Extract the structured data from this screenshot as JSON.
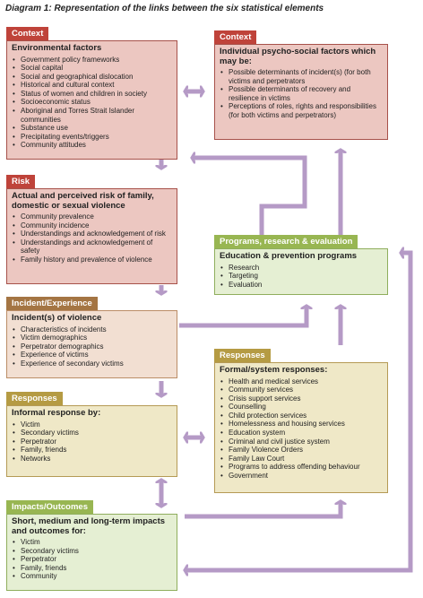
{
  "title": "Diagram 1: Representation of the links between the six statistical elements",
  "colors": {
    "arrow": "#b59ac6",
    "context": "#bf433a",
    "risk": "#bf433a",
    "incident": "#a47543",
    "responses": "#b59b43",
    "programs": "#98b652"
  },
  "context_left": {
    "tab": "Context",
    "heading": "Environmental factors",
    "items": [
      "Government policy frameworks",
      "Social capital",
      "Social and geographical dislocation",
      "Historical and cultural context",
      "Status of women and children in society",
      "Socioeconomic status",
      "Aboriginal and Torres Strait Islander communities",
      "Substance use",
      "Precipitating events/triggers",
      "Community attitudes"
    ]
  },
  "context_right": {
    "tab": "Context",
    "heading": "Individual psycho-social factors which may be:",
    "items": [
      "Possible determinants of incident(s) (for both victims and perpetrators",
      "Possible determinants of recovery and resilience in victims",
      "Perceptions of roles, rights and responsibilities (for both victims and perpetrators)"
    ]
  },
  "risk": {
    "tab": "Risk",
    "heading": "Actual and perceived risk of family, domestic or sexual violence",
    "items": [
      "Community prevalence",
      "Community incidence",
      "Understandings and acknowledgement of risk",
      "Understandings and acknowledgement of safety",
      "Family history and prevalence of violence"
    ]
  },
  "programs": {
    "tab": "Programs, research & evaluation",
    "heading": "Education & prevention programs",
    "items": [
      "Research",
      "Targeting",
      "Evaluation"
    ]
  },
  "incident": {
    "tab": "Incident/Experience",
    "heading": "Incident(s) of violence",
    "items": [
      "Characteristics of incidents",
      "Victim demographics",
      "Perpetrator demographics",
      "Experience of victims",
      "Experience of secondary victims"
    ]
  },
  "formal": {
    "tab": "Responses",
    "heading": "Formal/system responses:",
    "items": [
      "Health and medical services",
      "Community services",
      "Crisis support services",
      "Counselling",
      "Child protection services",
      "Homelessness and housing services",
      "Education system",
      "Criminal and civil justice system",
      "Family Violence Orders",
      "Family Law Court",
      "Programs to address offending behaviour",
      "Government"
    ]
  },
  "informal": {
    "tab": "Responses",
    "heading": "Informal response by:",
    "items": [
      "Victim",
      "Secondary victims",
      "Perpetrator",
      "Family, friends",
      "Networks"
    ]
  },
  "impacts": {
    "tab": "Impacts/Outcomes",
    "heading": "Short, medium and long-term impacts and outcomes for:",
    "items": [
      "Victim",
      "Secondary victims",
      "Perpetrator",
      "Family, friends",
      "Community"
    ]
  }
}
